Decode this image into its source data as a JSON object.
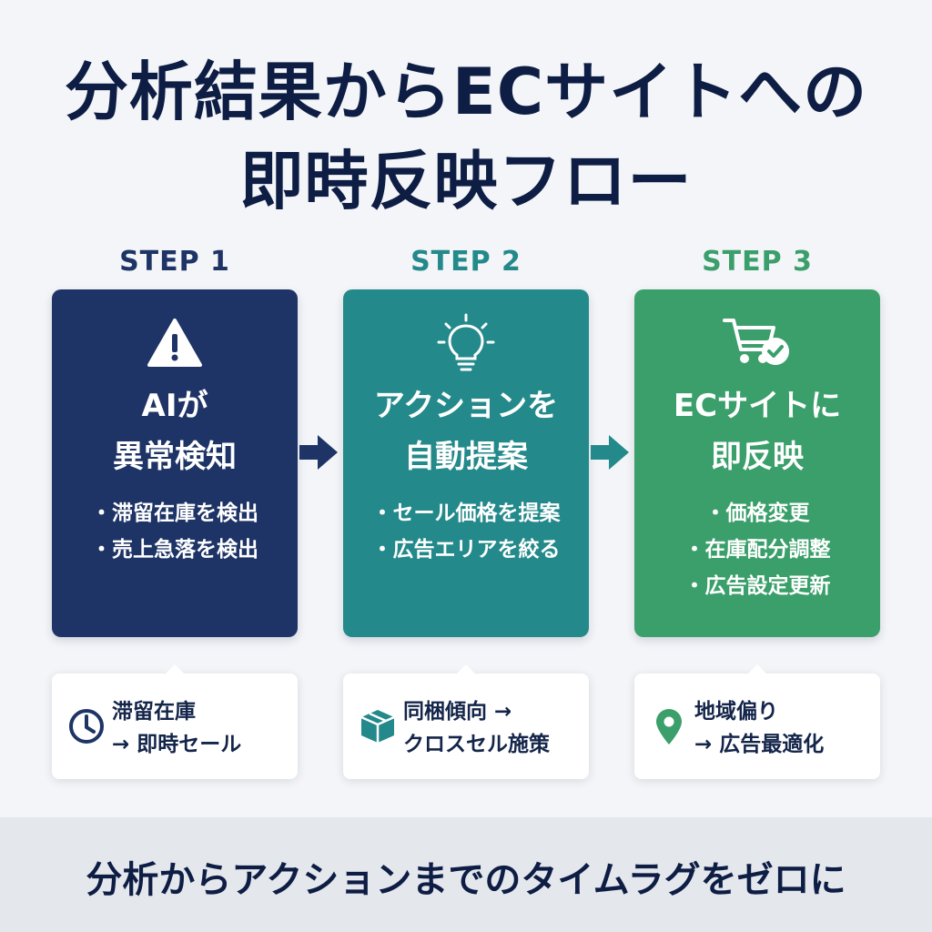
{
  "title": {
    "line1": "分析結果からECサイトへの",
    "line2": "即時反映フロー"
  },
  "colors": {
    "step1": "#1e3466",
    "step2": "#23898a",
    "step3": "#3a9f6a",
    "title": "#0e1d44"
  },
  "steps": [
    {
      "label": "STEP 1",
      "icon": "warning-icon",
      "title_line1": "AIが",
      "title_line2": "異常検知",
      "bullets": [
        "・滞留在庫を検出",
        "・売上急落を検出"
      ],
      "note_icon": "clock-icon",
      "note_line1": "滞留在庫",
      "note_line2": "→ 即時セール"
    },
    {
      "label": "STEP 2",
      "icon": "lightbulb-icon",
      "title_line1": "アクションを",
      "title_line2": "自動提案",
      "bullets": [
        "・セール価格を提案",
        "・広告エリアを絞る"
      ],
      "note_icon": "box-icon",
      "note_line1": "同梱傾向 →",
      "note_line2": "クロスセル施策"
    },
    {
      "label": "STEP 3",
      "icon": "cart-check-icon",
      "title_line1": "ECサイトに",
      "title_line2": "即反映",
      "bullets": [
        "・価格変更",
        "・在庫配分調整",
        "・広告設定更新"
      ],
      "note_icon": "map-pin-icon",
      "note_line1": "地域偏り",
      "note_line2": "→ 広告最適化"
    }
  ],
  "footer": {
    "text": "分析からアクションまでのタイムラグをゼロに"
  }
}
